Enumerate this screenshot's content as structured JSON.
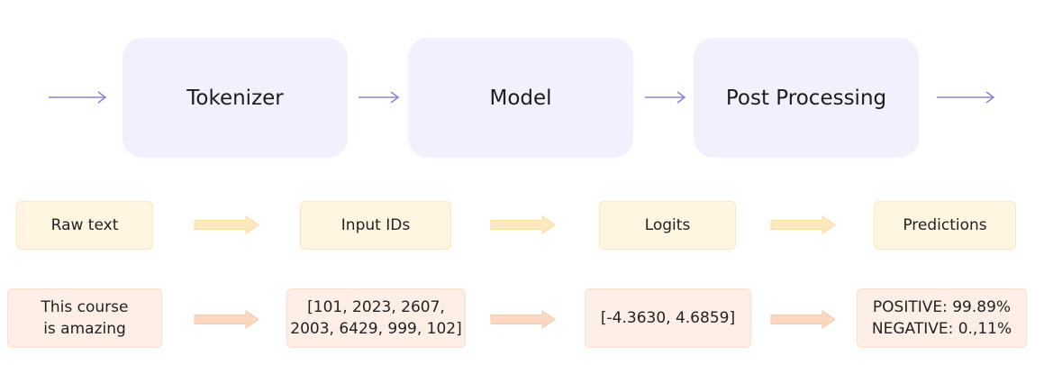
{
  "pipeline": {
    "stages": [
      {
        "label": "Tokenizer"
      },
      {
        "label": "Model"
      },
      {
        "label": "Post Processing"
      }
    ]
  },
  "steps": {
    "names": [
      {
        "label": "Raw text"
      },
      {
        "label": "Input IDs"
      },
      {
        "label": "Logits"
      },
      {
        "label": "Predictions"
      }
    ],
    "examples": [
      {
        "label": "This course\nis amazing"
      },
      {
        "label": "[101, 2023, 2607,\n2003, 6429, 999, 102]"
      },
      {
        "label": "[-4.3630, 4.6859]"
      },
      {
        "label": "POSITIVE: 99.89%\nNEGATIVE: 0.,11%"
      }
    ]
  },
  "colors": {
    "stage_fill": "#f1f0fc",
    "line_arrow": "#8b85d4",
    "yellow_fill": "#fff5e0",
    "orange_fill": "#feefe6",
    "block_arrow_yellow": "#fde9bd",
    "block_arrow_orange": "#fcd8c2"
  }
}
